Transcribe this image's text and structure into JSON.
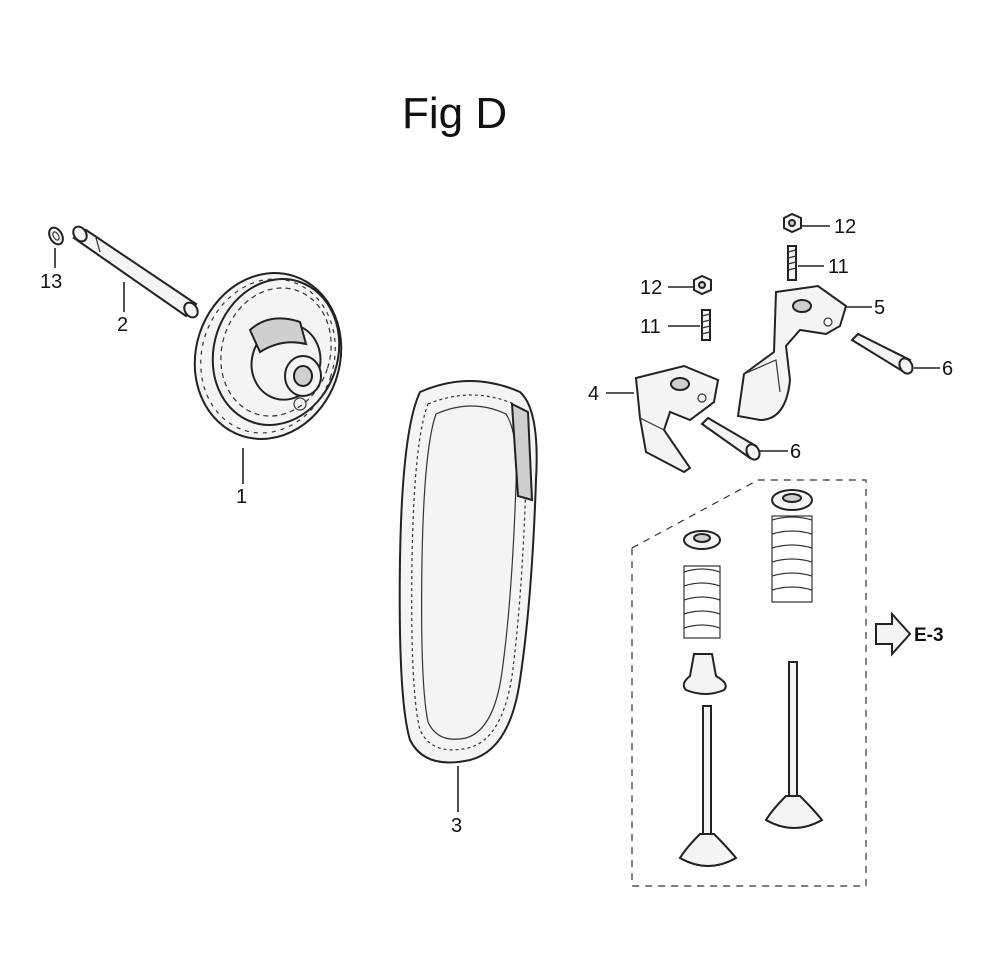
{
  "title": "Fig D",
  "callouts": {
    "c1": "1",
    "c2": "2",
    "c3": "3",
    "c4": "4",
    "c5": "5",
    "c6a": "6",
    "c6b": "6",
    "c11a": "11",
    "c11b": "11",
    "c12a": "12",
    "c12b": "12",
    "c13": "13"
  },
  "reference": "E-3"
}
